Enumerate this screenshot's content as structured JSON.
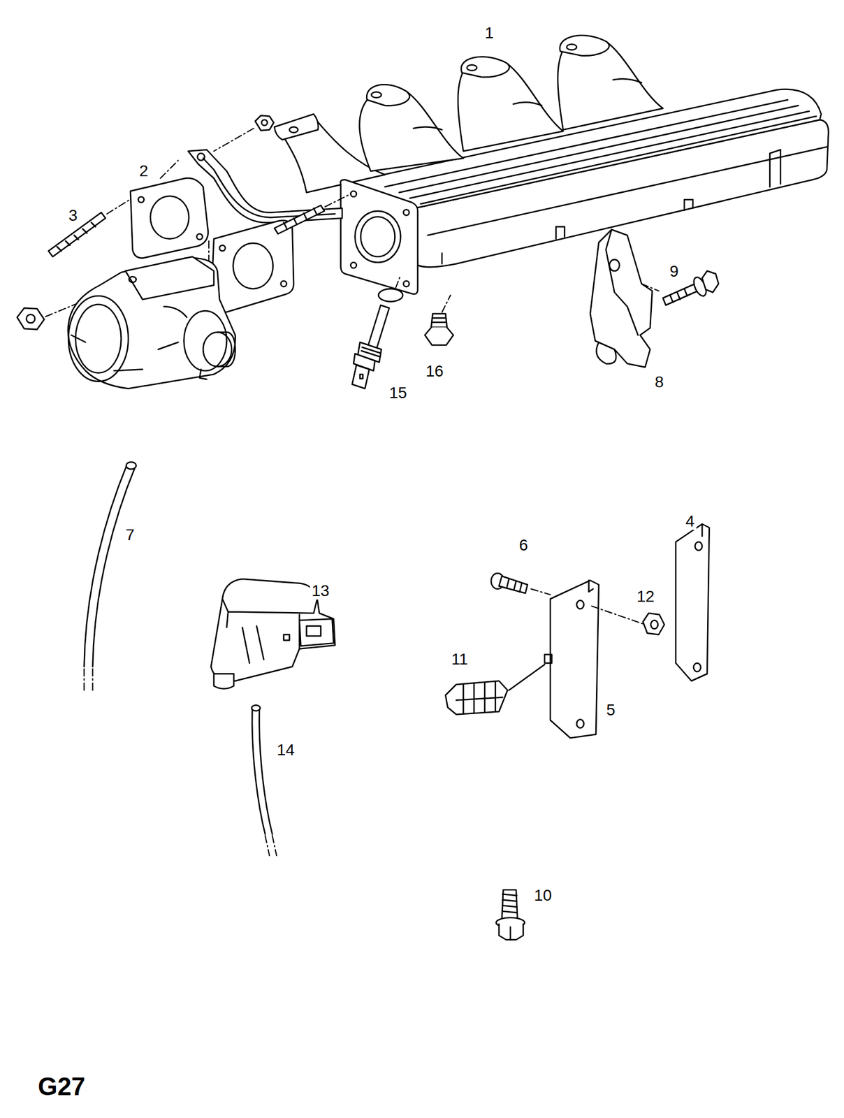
{
  "diagram": {
    "labels": [
      "1",
      "2",
      "9",
      "3",
      "16",
      "15",
      "8",
      "7",
      "4",
      "6",
      "13",
      "12",
      "11",
      "5",
      "14",
      "10",
      "G27"
    ]
  }
}
